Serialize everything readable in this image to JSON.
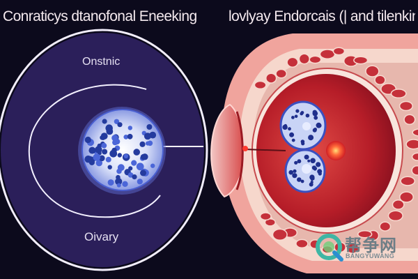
{
  "titles": {
    "left": "Conraticys dtanofonal Eneeking",
    "right": "lovlyay  Endorcais (| and tilenking"
  },
  "labels": {
    "top": "Onstnic",
    "bottom": "Oivary"
  },
  "watermark": {
    "logo": "bangyuwang-logo",
    "cn": "帮争网",
    "en": "BANGYUWANG"
  },
  "colors": {
    "background": "#0c0a1c",
    "left_panel": "#2b1f5a",
    "tissue_red": "#c8262f",
    "follicle_blue": "#3a57c7"
  }
}
